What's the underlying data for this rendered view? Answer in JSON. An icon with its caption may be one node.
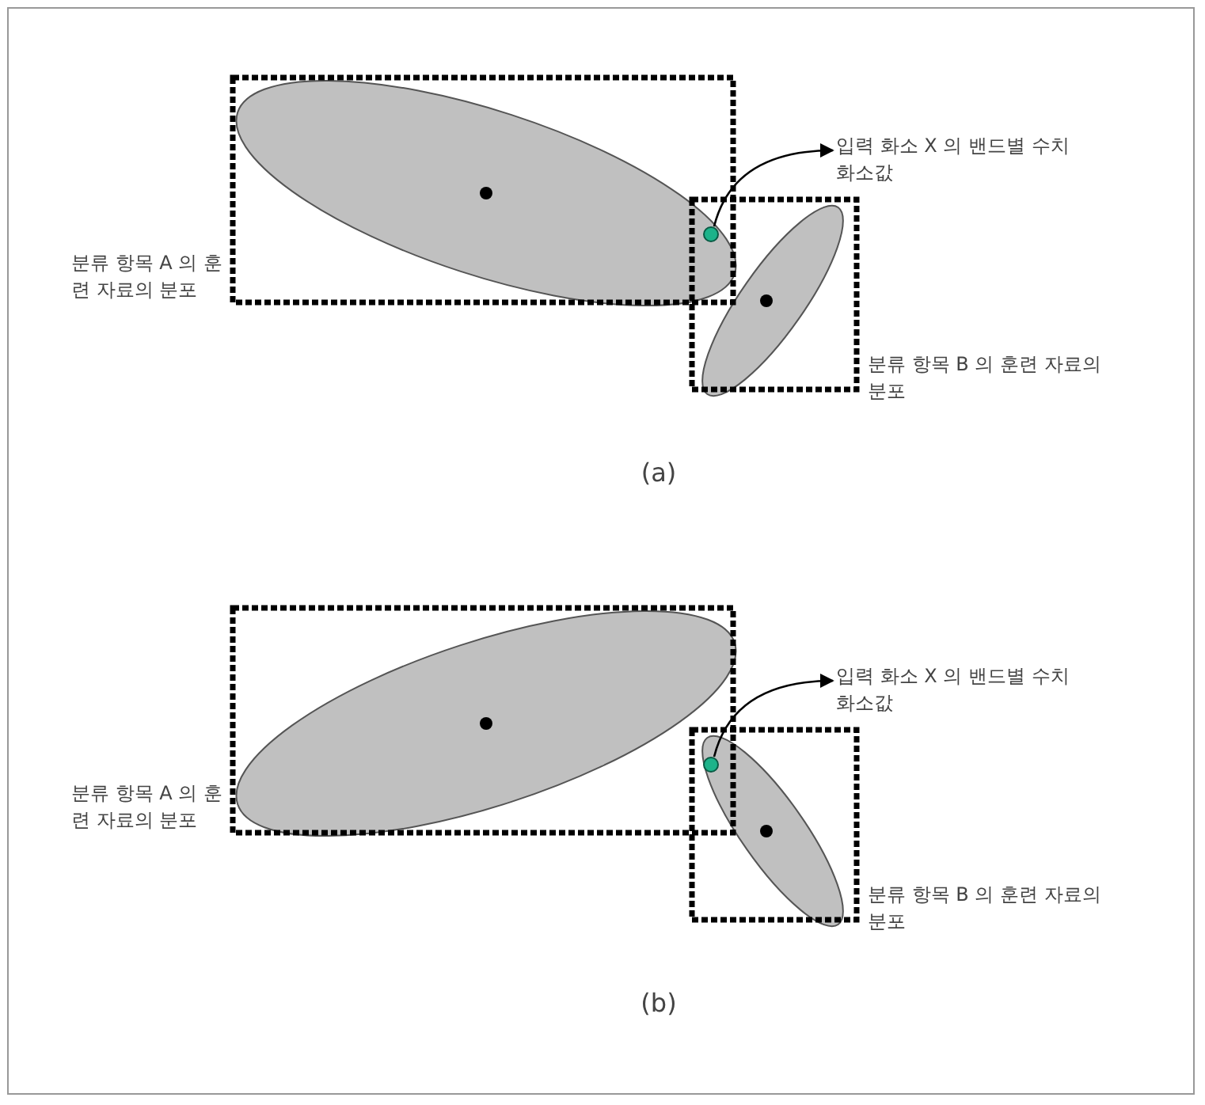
{
  "diagram": {
    "nodes": [
      {
        "text": [
          "입력 화소 X 의 밴드별 수치 화소값"
        ]
      },
      {
        "text": [],
        "shape": "circle"
      },
      {
        "text": [
          "입력 화소 X 의 밴드별 수치 화소값"
        ]
      },
      {
        "text": [],
        "shape": "circle"
      }
    ],
    "edges": [
      {
        "from": 1,
        "to": 0,
        "arrow": "to"
      },
      {
        "from": 3,
        "to": 2,
        "arrow": "to"
      }
    ],
    "labels": [
      "분류 항목 A 의 훈련 자료의 분포",
      "분류 항목 B 의 훈련 자료의 분포",
      "(a)",
      "분류 항목 A 의 훈련 자료의 분포",
      "분류 항목 B 의 훈련 자료의 분포",
      "(b)"
    ]
  }
}
